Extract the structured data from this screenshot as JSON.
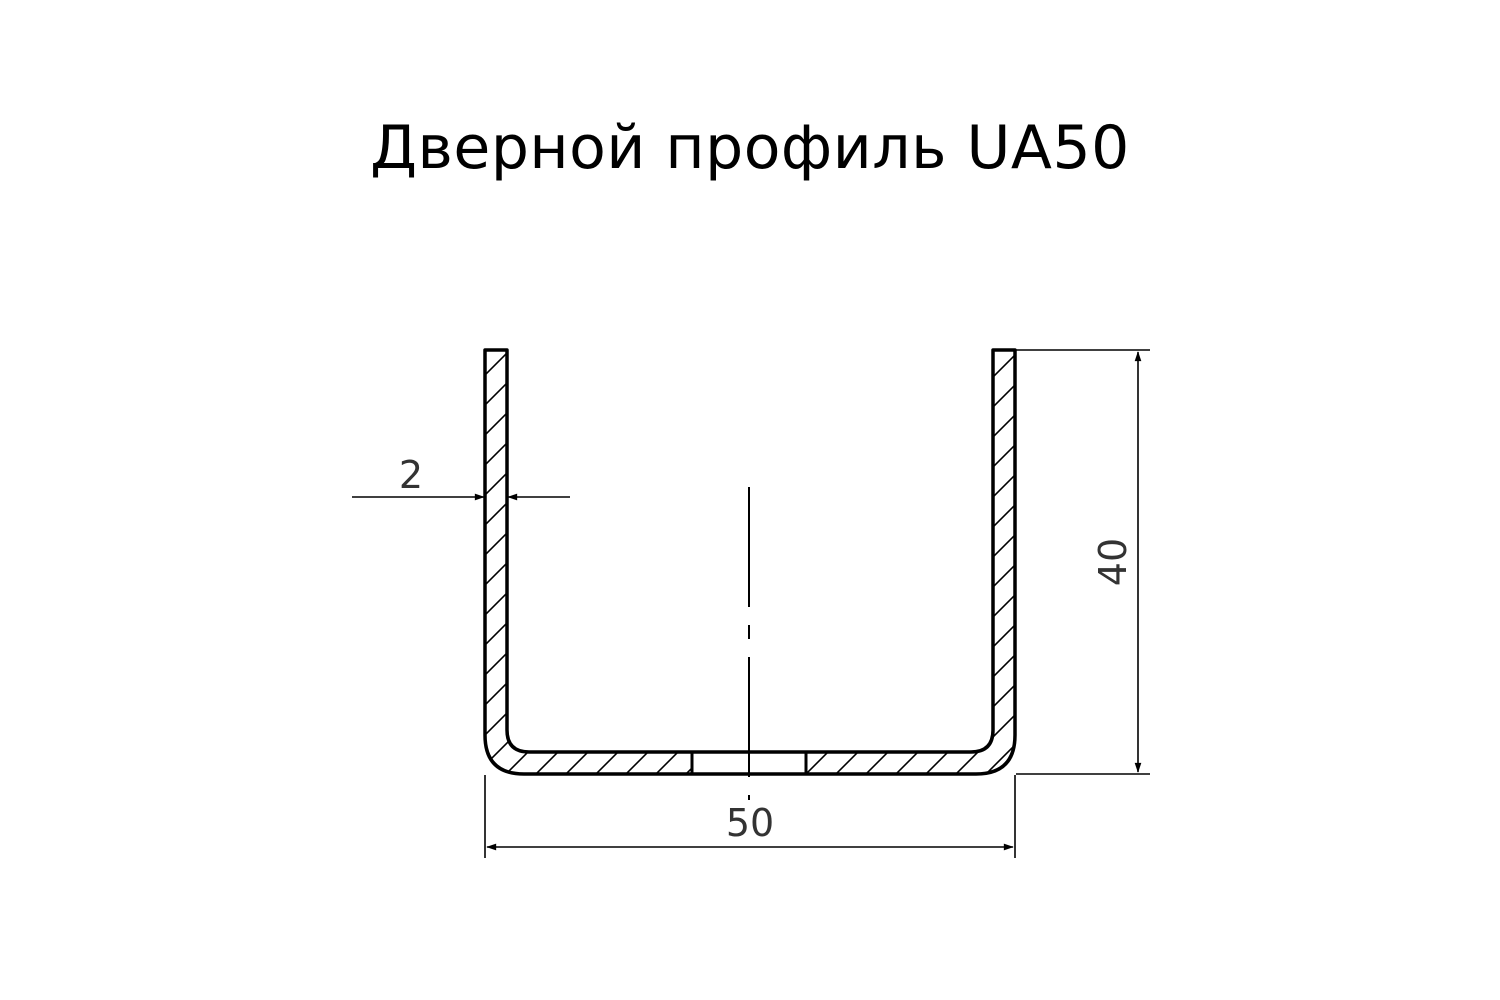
{
  "title": "Дверной профиль UA50",
  "dimensions": {
    "thickness": "2",
    "height": "40",
    "width": "50"
  },
  "colors": {
    "outline": "#000000",
    "dimension_text": "#333333",
    "background": "#ffffff"
  }
}
